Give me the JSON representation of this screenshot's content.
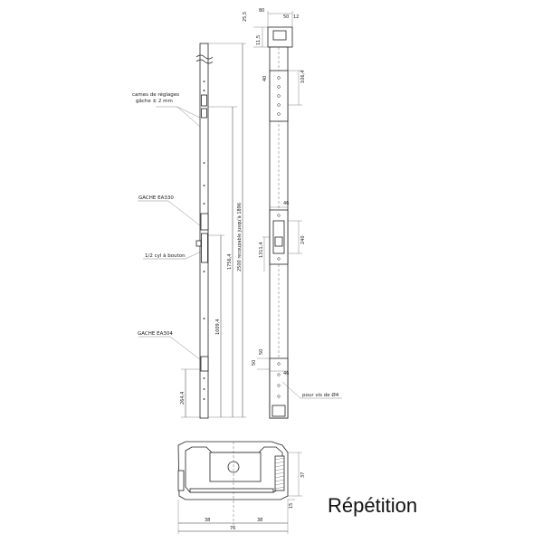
{
  "labels": {
    "cams": "cames de réglages",
    "cams2": "gâche ± 2 mm",
    "gache_top": "GACHE EA330",
    "cyl": "1/2 cyl à bouton",
    "gache_bottom": "GACHE EA304",
    "screws": "pour vis de Ø4",
    "length_note": "2500 recoupable jusqu'à 1896",
    "title": "Répétition"
  },
  "dims": {
    "d_80": "80",
    "d_50": "50",
    "d_12": "12",
    "d_25_5": "25,5",
    "d_11_5": "11,5",
    "d_40": "40",
    "d_106_4": "106,4",
    "d_1756_4": "1756,4",
    "d_1009_4": "1009,4",
    "d_264_4": "264,4",
    "d_46a": "46",
    "d_240": "240",
    "d_1311_4": "1311,4",
    "d_50b": "50",
    "d_50c": "50",
    "d_46b": "46",
    "d_37": "37",
    "d_15": "15",
    "d_38a": "38",
    "d_38b": "38",
    "d_76": "76"
  }
}
